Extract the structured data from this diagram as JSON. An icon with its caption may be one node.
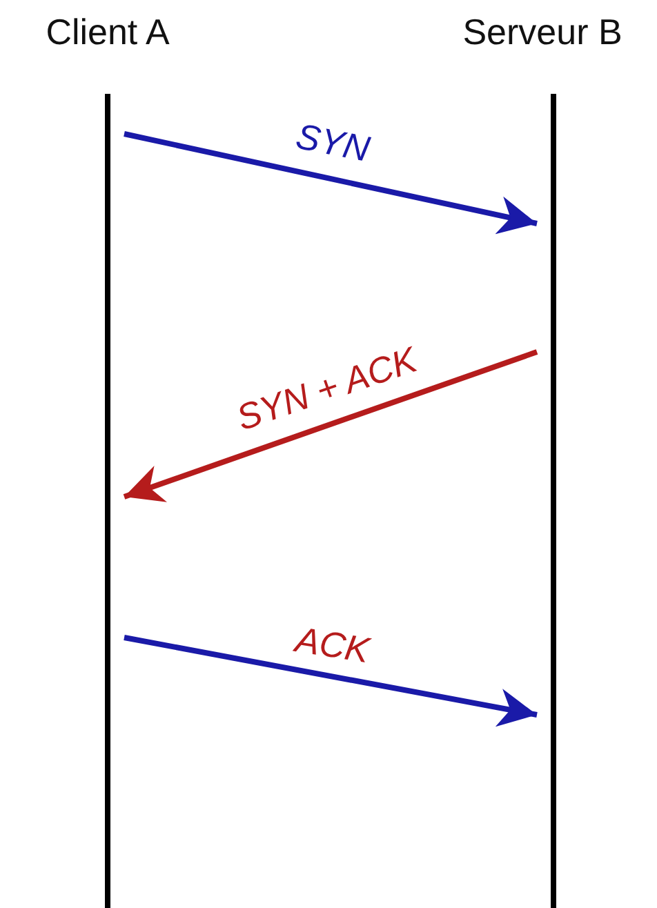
{
  "diagram": {
    "nodes": [
      {
        "text": [
          "Client A"
        ]
      },
      {
        "text": [
          "Serveur B"
        ]
      }
    ],
    "edges": [
      {
        "from": 0,
        "to": 1,
        "arrow": "to",
        "label": "SYN"
      },
      {
        "from": 1,
        "to": 0,
        "arrow": "to",
        "label": "SYN + ACK",
        "color": "#b51c1c"
      },
      {
        "from": 0,
        "to": 1,
        "arrow": "to",
        "label": "ACK"
      }
    ]
  }
}
